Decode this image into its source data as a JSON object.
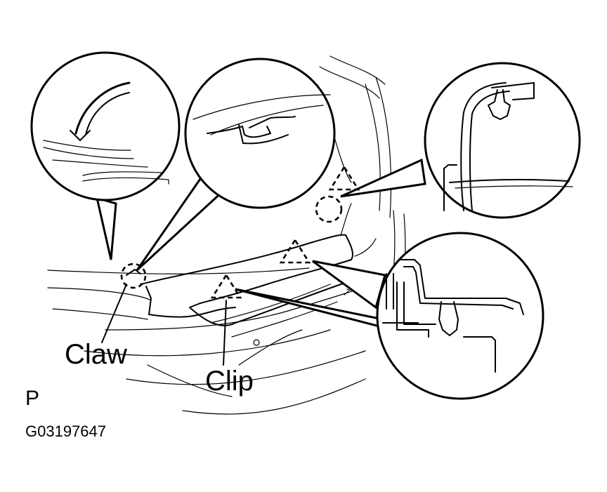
{
  "labels": {
    "claw": "Claw",
    "clip": "Clip",
    "view_mark": "P",
    "figure_code": "G03197647"
  },
  "colors": {
    "line": "#000000",
    "background": "#ffffff"
  }
}
